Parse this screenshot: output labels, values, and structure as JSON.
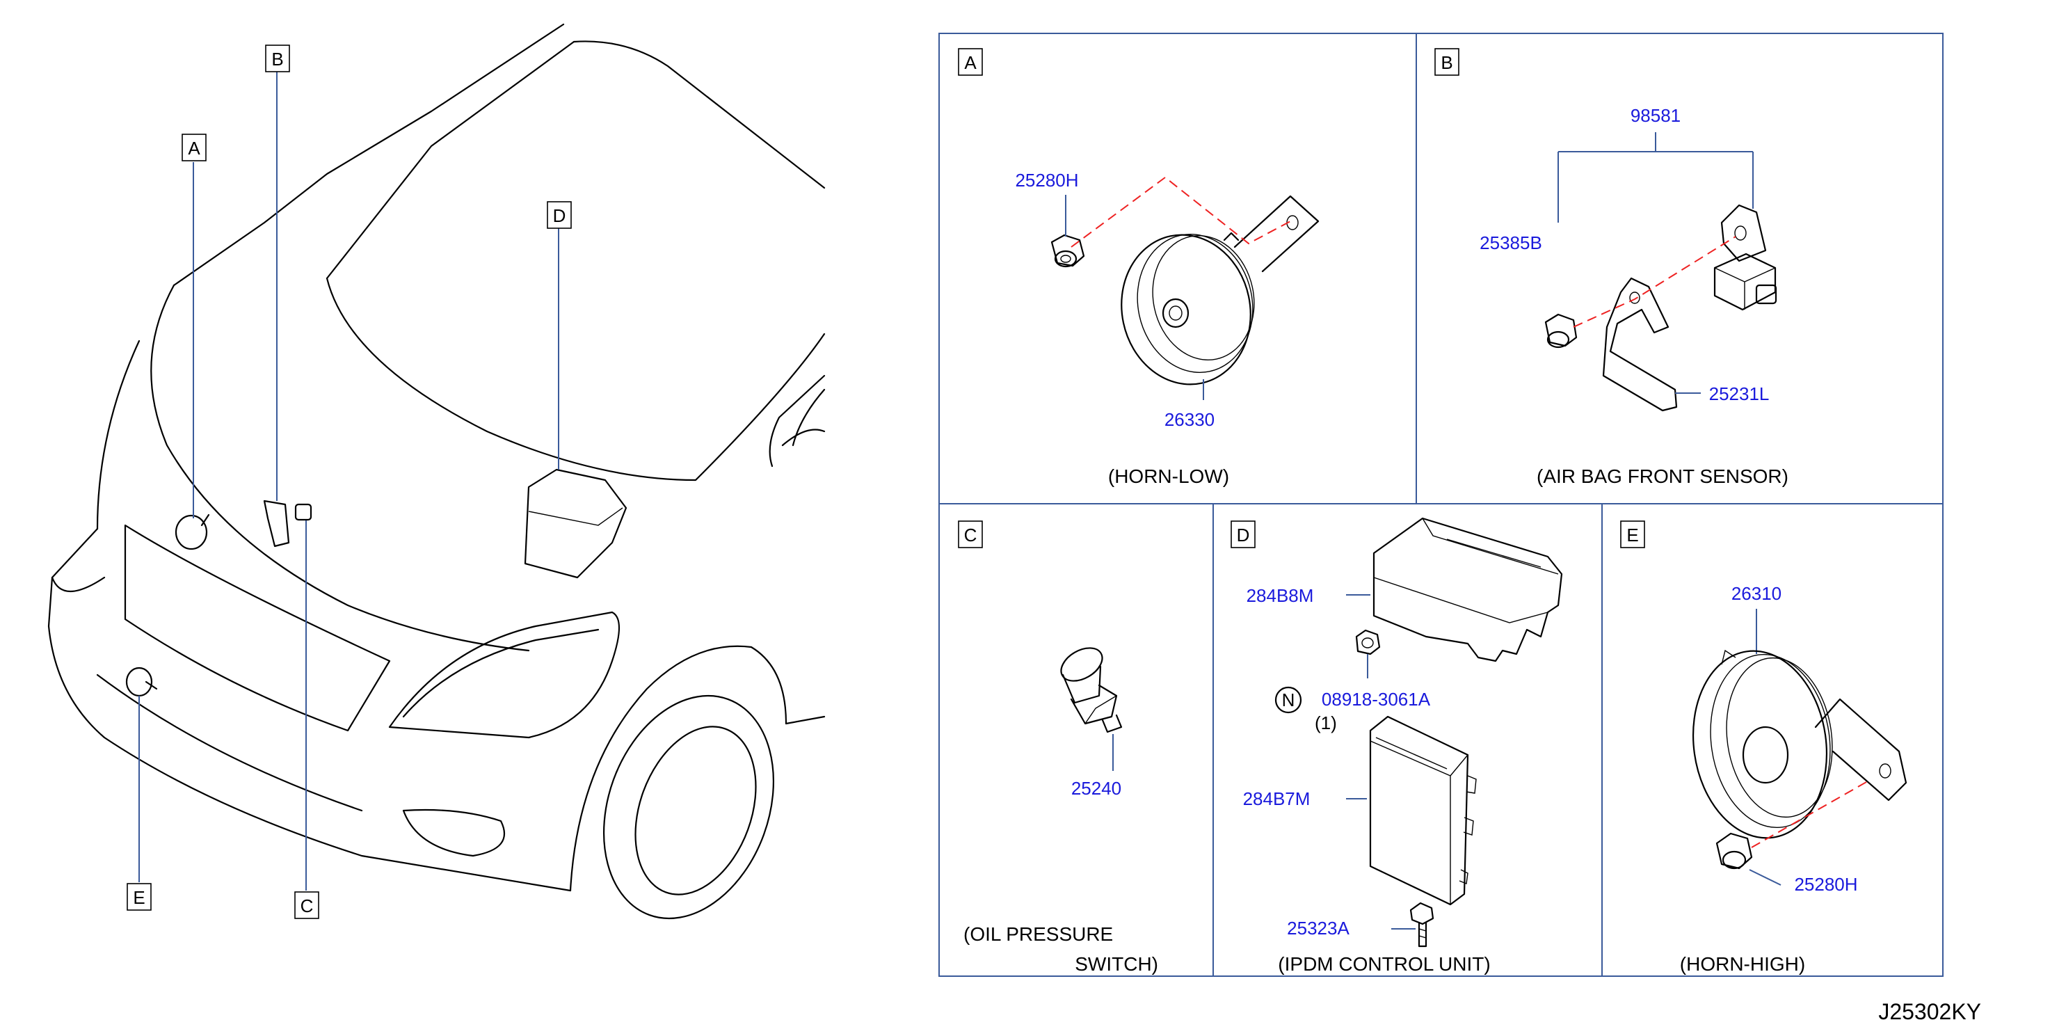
{
  "car_callouts": [
    "A",
    "B",
    "C",
    "D",
    "E"
  ],
  "panels": {
    "A": {
      "letter": "A",
      "caption": "(HORN-LOW)",
      "parts": [
        "25280H",
        "26330"
      ]
    },
    "B": {
      "letter": "B",
      "caption": "(AIR   BAG   FRONT   SENSOR)",
      "parts": [
        "98581",
        "25385B",
        "25231L"
      ]
    },
    "C": {
      "letter": "C",
      "caption_line1": "(OIL   PRESSURE",
      "caption_line2": "SWITCH)",
      "parts": [
        "25240"
      ]
    },
    "D": {
      "letter": "D",
      "caption": "(IPDM   CONTROL   UNIT)",
      "parts": [
        "284B8M",
        "08918-3061A",
        "284B7M",
        "25323A"
      ],
      "symbol": "N",
      "quantity": "(1)"
    },
    "E": {
      "letter": "E",
      "caption": "(HORN-HIGH)",
      "parts": [
        "26310",
        "25280H"
      ]
    }
  },
  "drawing_code": "J25302KY",
  "colors": {
    "part_number": "#1a1adc",
    "leader": "#3a5a9a",
    "dashed": "#e22222"
  }
}
